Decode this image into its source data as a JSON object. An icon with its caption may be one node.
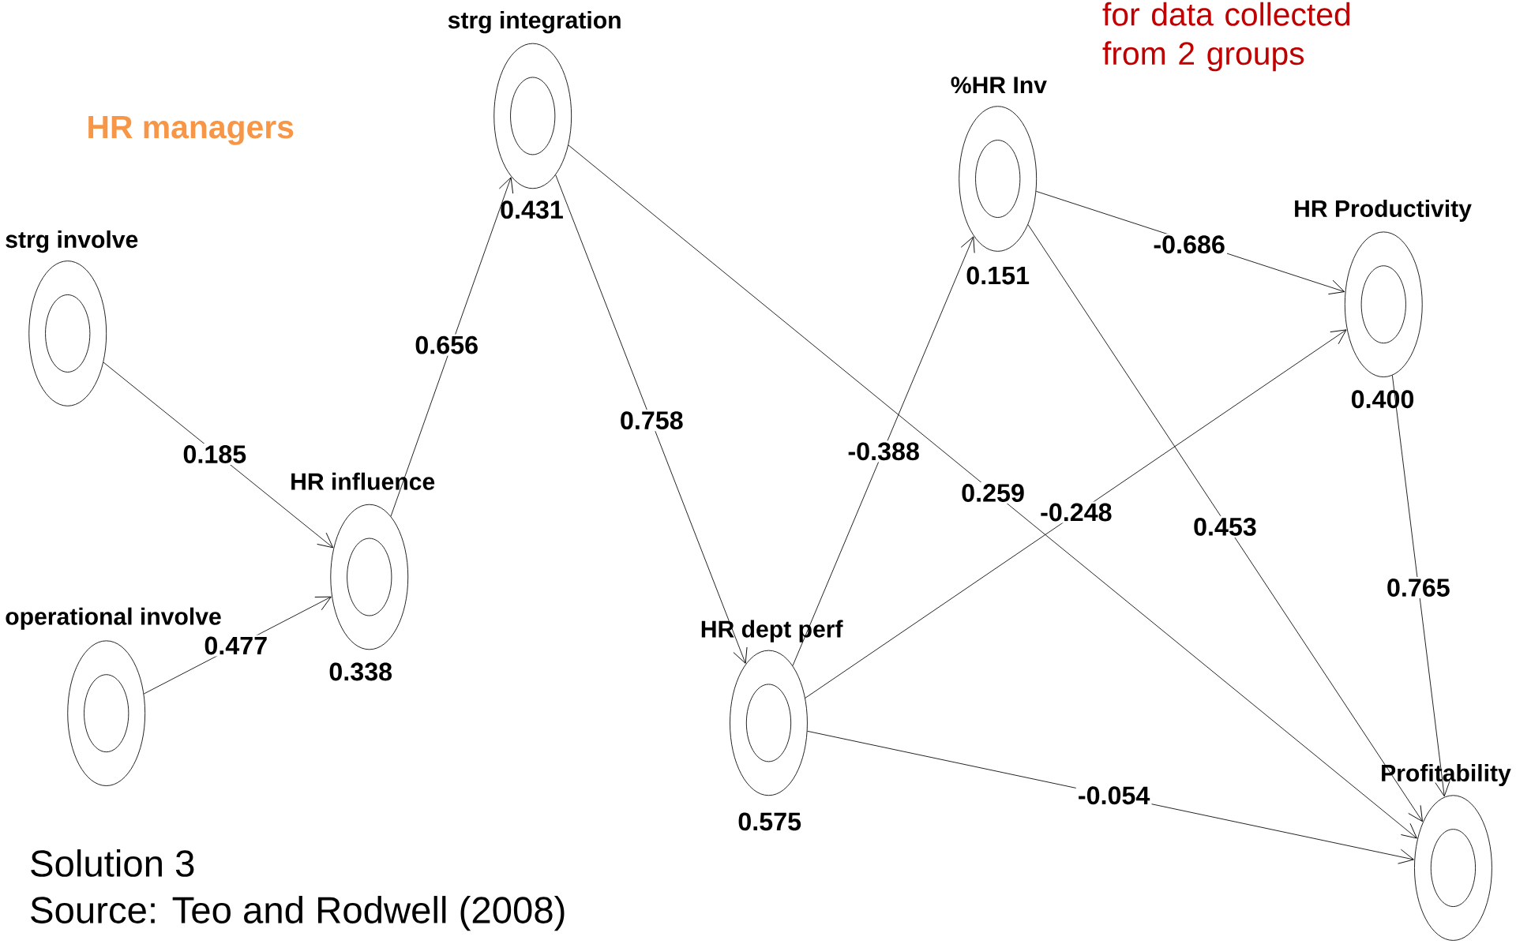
{
  "diagram": {
    "nodes": [
      {
        "text": [
          "strg involve"
        ]
      },
      {
        "text": [
          "operational involve"
        ]
      },
      {
        "text": [
          "HR influence",
          "0.338"
        ]
      },
      {
        "text": [
          "strg integration",
          "0.431"
        ]
      },
      {
        "text": [
          "HR dept perf",
          "0.575"
        ]
      },
      {
        "text": [
          "%HR Inv",
          "0.151"
        ]
      },
      {
        "text": [
          "HR Productivity",
          "0.400"
        ]
      },
      {
        "text": [
          "Profitability"
        ]
      }
    ],
    "edges": [
      {
        "from": 0,
        "to": 2,
        "arrow": "to",
        "label": "0.185"
      },
      {
        "from": 1,
        "to": 2,
        "arrow": "to",
        "label": "0.477"
      },
      {
        "from": 2,
        "to": 3,
        "arrow": "to",
        "label": "0.656"
      },
      {
        "from": 3,
        "to": 4,
        "arrow": "to",
        "label": "0.758"
      },
      {
        "from": 3,
        "to": 7,
        "arrow": "to",
        "label": "0.259"
      },
      {
        "from": 4,
        "to": 5,
        "arrow": "to",
        "label": "-0.388"
      },
      {
        "from": 4,
        "to": 6,
        "arrow": "to",
        "label": "-0.248"
      },
      {
        "from": 4,
        "to": 7,
        "arrow": "to",
        "label": "-0.054"
      },
      {
        "from": 5,
        "to": 6,
        "arrow": "to",
        "label": "-0.686"
      },
      {
        "from": 5,
        "to": 7,
        "arrow": "to",
        "label": "0.453"
      },
      {
        "from": 6,
        "to": 7,
        "arrow": "to",
        "label": "0.765"
      }
    ],
    "labels": [
      "for data collected from 2 groups",
      "HR managers",
      "Solution 3",
      "Source: Teo and Rodwell (2008)"
    ]
  }
}
